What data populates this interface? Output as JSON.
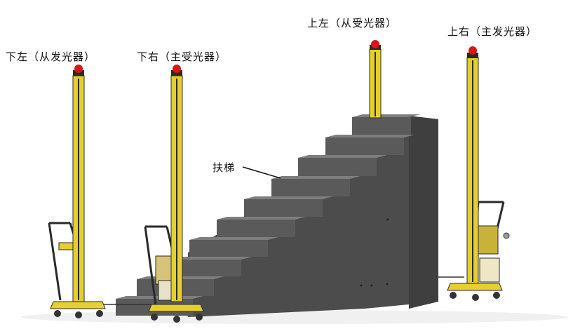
{
  "labels": {
    "bottom_left": "下左（从发光器）",
    "bottom_right": "下右（主受光器）",
    "top_left": "上左（从受光器）",
    "top_right": "上右（主发光器）",
    "escalator": "扶梯"
  },
  "colors": {
    "post_yellow": "#e4cf2e",
    "post_dark": "#2b2b22",
    "lamp_red": "#d81818",
    "stair_top": "#7d7d7d",
    "stair_riser": "#565656",
    "stair_side": "#4b4b4b",
    "cart_frame": "#2a2a2a",
    "cart_yellow": "#e6cf30"
  }
}
